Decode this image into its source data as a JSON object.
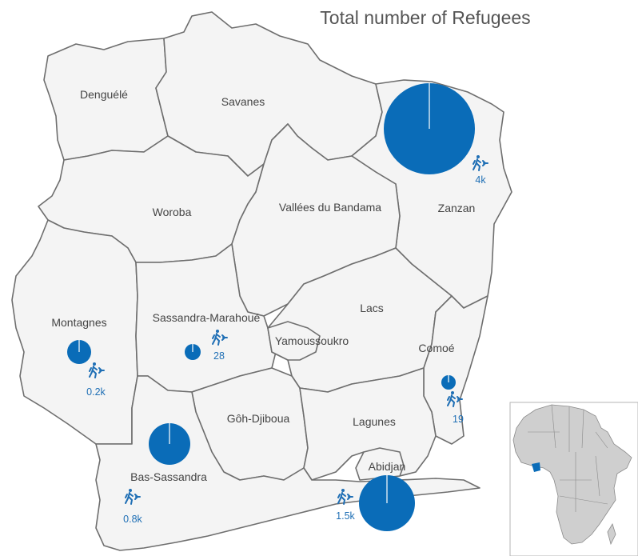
{
  "title": "Total number of Refugees",
  "colors": {
    "pie": "#0a6cb8",
    "region_fill": "#f4f4f4",
    "border": "#6e6e6e",
    "label": "#444444",
    "value": "#1f6fb5"
  },
  "icon": "refugee-icon",
  "regions": [
    {
      "id": "denguele",
      "name": "Denguélé"
    },
    {
      "id": "savanes",
      "name": "Savanes"
    },
    {
      "id": "zanzan",
      "name": "Zanzan",
      "refugees": 4000,
      "value_label": "4k"
    },
    {
      "id": "woroba",
      "name": "Woroba"
    },
    {
      "id": "vallees",
      "name": "Vallées du Bandama"
    },
    {
      "id": "montagnes",
      "name": "Montagnes",
      "refugees": 200,
      "value_label": "0.2k"
    },
    {
      "id": "sassandra",
      "name": "Sassandra-Marahoué",
      "refugees": 28,
      "value_label": "28"
    },
    {
      "id": "lacs",
      "name": "Lacs"
    },
    {
      "id": "yamoussoukro",
      "name": "Yamoussoukro"
    },
    {
      "id": "comoe",
      "name": "Comoé",
      "refugees": 19,
      "value_label": "19"
    },
    {
      "id": "goh",
      "name": "Gôh-Djiboua"
    },
    {
      "id": "lagunes",
      "name": "Lagunes"
    },
    {
      "id": "bassassandra",
      "name": "Bas-Sassandra",
      "refugees": 800,
      "value_label": "0.8k"
    },
    {
      "id": "abidjan",
      "name": "Abidjan",
      "refugees": 1500,
      "value_label": "1.5k"
    }
  ]
}
